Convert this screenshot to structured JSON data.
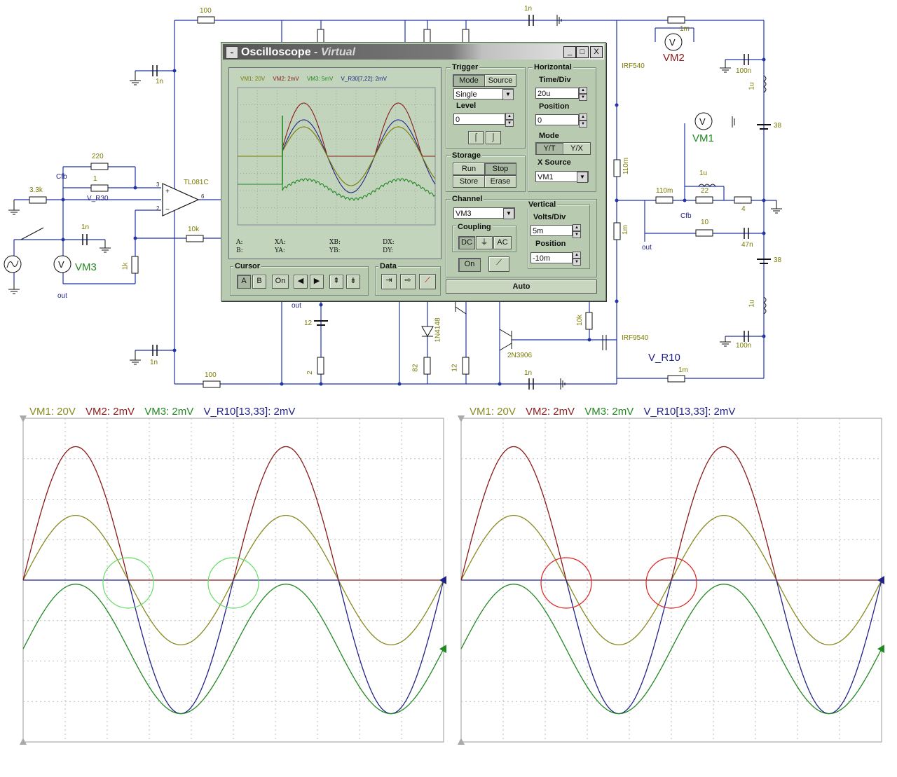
{
  "window": {
    "title": "Oscilloscope",
    "title_sep": " - ",
    "subtitle": "Virtual",
    "icon": "scope-icon",
    "min_label": "_",
    "max_label": "□",
    "close_label": "X"
  },
  "screen": {
    "header": [
      {
        "text": "VM1: 20V",
        "color": "#7a7a00"
      },
      {
        "text": "VM2: 2mV",
        "color": "#8b1a1a"
      },
      {
        "text": "VM3: 5mV",
        "color": "#228822"
      },
      {
        "text": "V_R30[7,22]: 2mV",
        "color": "#222288"
      }
    ],
    "readouts": {
      "a": "A:",
      "b": "B:",
      "xa": "XA:",
      "ya": "YA:",
      "xb": "XB:",
      "yb": "YB:",
      "dx": "DX:",
      "dy": "DY:"
    }
  },
  "trigger": {
    "title": "Trigger",
    "mode_label": "Mode",
    "source_label": "Source",
    "mode_value": "Single",
    "level_label": "Level",
    "level_value": "0",
    "rising_icon": "rising-edge-icon",
    "falling_icon": "falling-edge-icon"
  },
  "horizontal": {
    "title": "Horizontal",
    "timediv_label": "Time/Div",
    "timediv_value": "20u",
    "position_label": "Position",
    "position_value": "0",
    "mode_label": "Mode",
    "yt_label": "Y/T",
    "yx_label": "Y/X",
    "xsource_label": "X Source",
    "xsource_value": "VM1"
  },
  "storage": {
    "title": "Storage",
    "run": "Run",
    "stop": "Stop",
    "store": "Store",
    "erase": "Erase"
  },
  "channel": {
    "title": "Channel",
    "value": "VM3",
    "coupling_label": "Coupling",
    "dc": "DC",
    "gnd_icon": "ground-icon",
    "ac": "AC",
    "on": "On",
    "probe_icon": "probe-icon"
  },
  "vertical": {
    "title": "Vertical",
    "voltsdiv_label": "Volts/Div",
    "voltsdiv_value": "5m",
    "position_label": "Position",
    "position_value": "-10m"
  },
  "cursor": {
    "title": "Cursor",
    "a": "A",
    "b": "B",
    "on": "On",
    "left_icon": "arrow-left-icon",
    "right_icon": "arrow-right-icon",
    "up_icon": "arrow-up-icon",
    "down_icon": "arrow-down-icon"
  },
  "data": {
    "title": "Data",
    "import_icon": "import-icon",
    "export_icon": "export-icon",
    "chart_icon": "chart-icon"
  },
  "auto_label": "Auto",
  "schematic": {
    "labels": {
      "r100_top": "100",
      "r100_bot": "100",
      "c1n_tl": "1n",
      "c1n_bl": "1n",
      "c1n_tr": "1n",
      "c1n_br": "1n",
      "r220": "220",
      "cfb_l": "Cfb",
      "r1": "1",
      "v_r30": "V_R30",
      "r33k": "3.3k",
      "c1n_in": "1n",
      "opamp": "TL081C",
      "pin3": "3",
      "pin2": "2",
      "pin6": "6",
      "r10k": "10k",
      "r1k": "1k",
      "vm3": "VM3",
      "out_l": "out",
      "out_mid": "out",
      "v12": "12",
      "r2": "2",
      "d1n4148": "1N4148",
      "r82": "82",
      "r12": "12",
      "q2n3906": "2N3906",
      "r10k_r": "10k",
      "irf9540": "IRF9540",
      "irf540": "IRF540",
      "vm2": "VM2",
      "r1m_t": "1m",
      "c100n_t": "100n",
      "l1u_t": "1u",
      "v38_t": "38",
      "vm1": "VM1",
      "r110m_v": "110m",
      "r1m_v": "1m",
      "r110m_h": "110m",
      "l1u_m": "1u",
      "r22": "22",
      "cfb_r": "Cfb",
      "r4": "4",
      "r10": "10",
      "c47n": "47n",
      "out_r": "out",
      "v38_b": "38",
      "l1u_b": "1u",
      "c100n_b": "100n",
      "v_r10": "V_R10",
      "r1m_b": "1m"
    }
  },
  "chart_data": [
    {
      "type": "line",
      "legend": [
        {
          "text": "VM1: 20V",
          "color": "#8a8a22"
        },
        {
          "text": "VM2: 2mV",
          "color": "#8b1a1a"
        },
        {
          "text": "VM3: 2mV",
          "color": "#228822"
        },
        {
          "text": "V_R10[13,33]: 2mV",
          "color": "#222288"
        }
      ],
      "grid": true,
      "divisions": {
        "x": 10,
        "y": 8
      },
      "period_divisions": 5,
      "series": [
        {
          "name": "VM1",
          "color": "#8a8a22",
          "phase": 0,
          "amplitude_div": 1.6
        },
        {
          "name": "VM2",
          "color": "#8b1a1a",
          "phase": 0,
          "amplitude_div": 3.3,
          "clip": "positive"
        },
        {
          "name": "V_R10[13,33]",
          "color": "#222288",
          "phase": 0,
          "amplitude_div": 3.3,
          "clip": "negative"
        },
        {
          "name": "VM3",
          "color": "#228822",
          "phase": 0,
          "amplitude_div": 1.6,
          "offset_div": -1.7
        }
      ],
      "annotations": {
        "shape": "circle",
        "color": "#66dd66",
        "count": 2
      }
    },
    {
      "type": "line",
      "legend": [
        {
          "text": "VM1: 20V",
          "color": "#8a8a22"
        },
        {
          "text": "VM2: 2mV",
          "color": "#8b1a1a"
        },
        {
          "text": "VM3: 2mV",
          "color": "#228822"
        },
        {
          "text": "V_R10[13,33]: 2mV",
          "color": "#222288"
        }
      ],
      "grid": true,
      "divisions": {
        "x": 10,
        "y": 8
      },
      "period_divisions": 5,
      "series": [
        {
          "name": "VM1",
          "color": "#8a8a22",
          "phase": 0,
          "amplitude_div": 1.6
        },
        {
          "name": "VM2",
          "color": "#8b1a1a",
          "phase": 0,
          "amplitude_div": 3.3,
          "clip": "positive"
        },
        {
          "name": "V_R10[13,33]",
          "color": "#222288",
          "phase": 0,
          "amplitude_div": 3.3,
          "clip": "negative"
        },
        {
          "name": "VM3",
          "color": "#228822",
          "phase": 0,
          "amplitude_div": 1.6,
          "offset_div": -1.7
        }
      ],
      "annotations": {
        "shape": "circle",
        "color": "#dd2222",
        "count": 2
      }
    }
  ]
}
